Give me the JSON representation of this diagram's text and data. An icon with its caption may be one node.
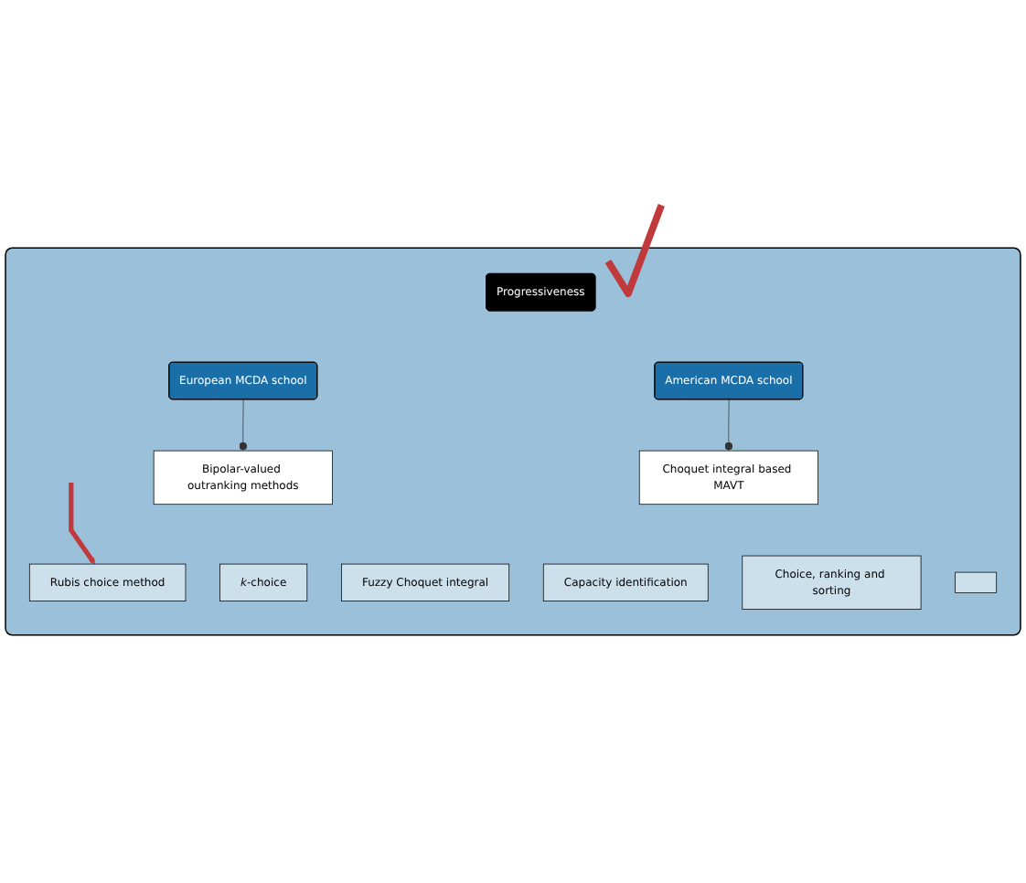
{
  "diagram": {
    "nodes": [
      {
        "text": [],
        "shape": "box"
      },
      {
        "text": [
          "Progressiveness"
        ],
        "in": 0
      },
      {
        "text": [
          "European MCDA school"
        ],
        "in": 0
      },
      {
        "text": [
          "American MCDA school"
        ],
        "in": 0
      },
      {
        "text": [
          "Bipolar-valued outranking methods"
        ],
        "in": 0
      },
      {
        "text": [
          "Rubis choice method"
        ],
        "in": 0
      },
      {
        "text": [
          "*k*-choice"
        ],
        "in": 0
      },
      {
        "text": [
          "Choquet integral based MAVT"
        ],
        "in": 0
      },
      {
        "text": [
          "Fuzzy Choquet integral"
        ],
        "in": 0
      },
      {
        "text": [
          "Capacity identification"
        ],
        "in": 0
      },
      {
        "text": [
          "Choice, ranking and sorting"
        ],
        "in": 0
      },
      {
        "text": [],
        "shape": "box",
        "in": 0
      }
    ],
    "edges": [
      {
        "from": 2,
        "to": 4,
        "arrow": "other"
      },
      {
        "from": 3,
        "to": 7,
        "arrow": "other"
      },
      {
        "from": null,
        "to": 5,
        "arrow": "to",
        "style": "thick",
        "color": "#c0393b"
      }
    ]
  }
}
